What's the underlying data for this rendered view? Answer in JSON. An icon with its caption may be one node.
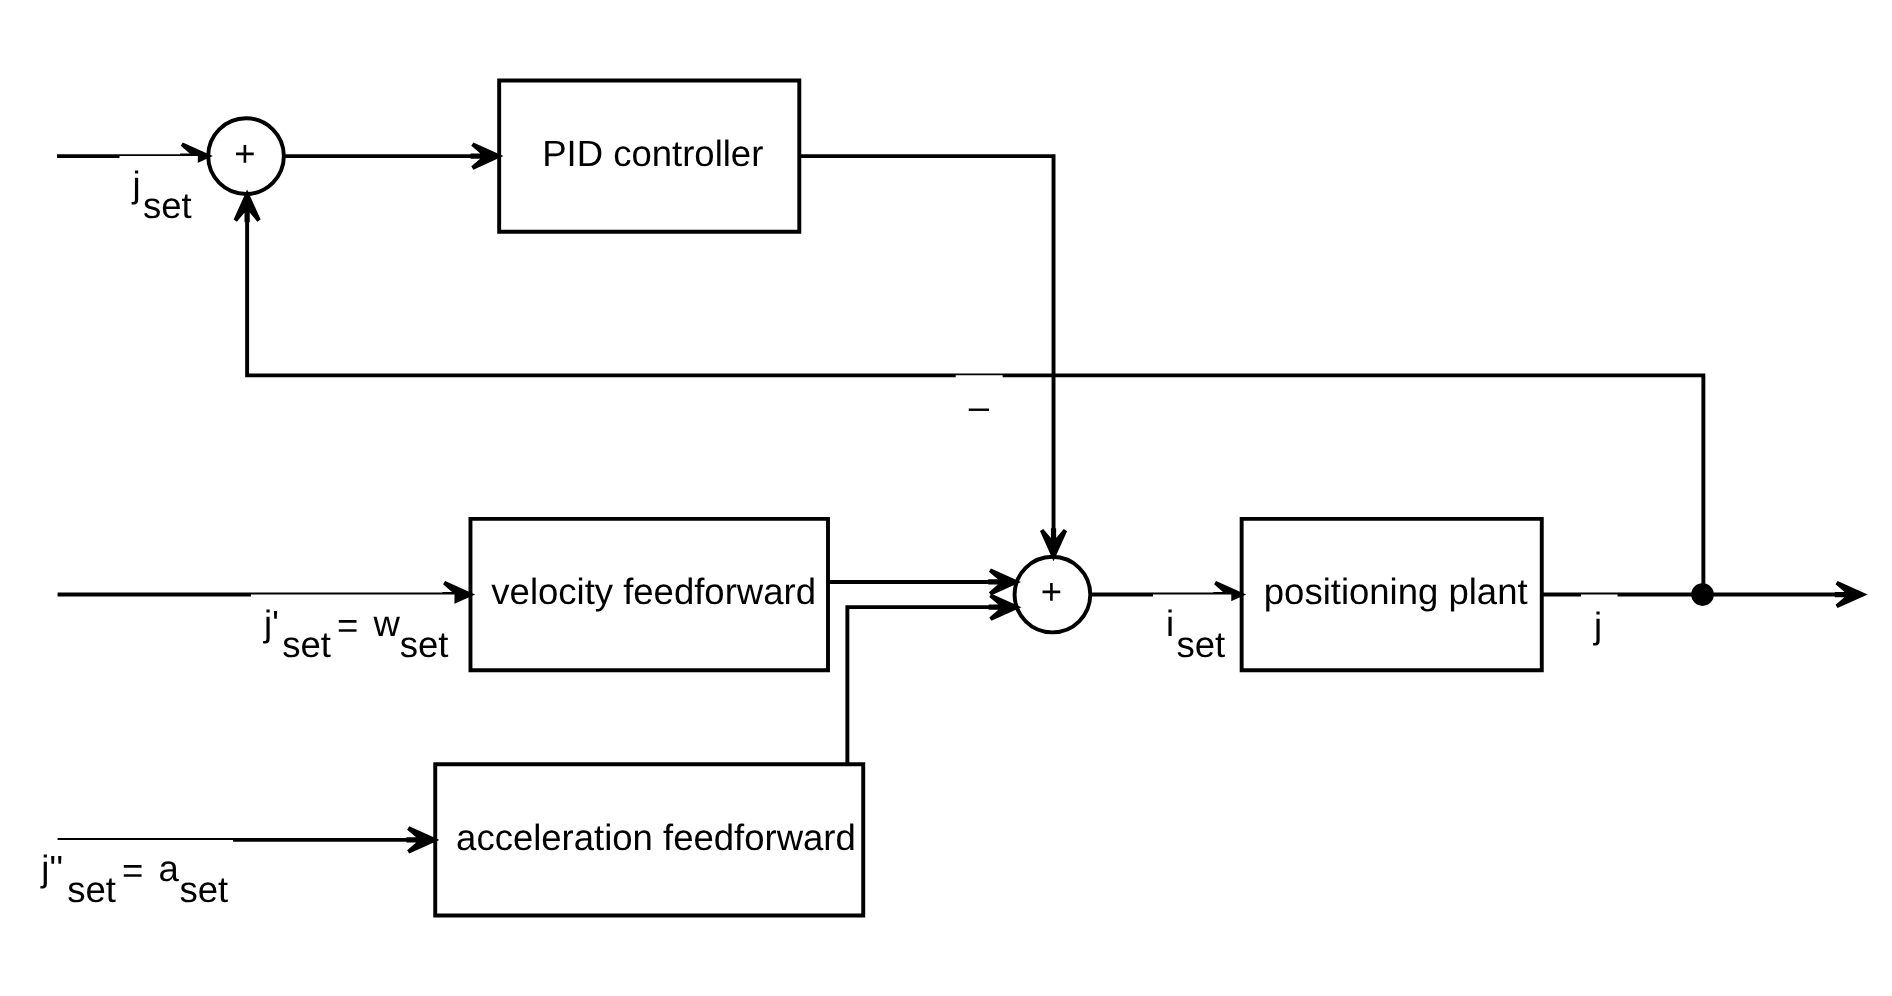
{
  "diagram": {
    "nodes": [
      {
        "text": [
          "acceleration feedforward"
        ]
      },
      {
        "text": [
          "velocity feedforward"
        ]
      },
      {
        "text": [
          "+"
        ]
      },
      {
        "text": [
          "PID controller"
        ]
      },
      {
        "text": [
          "+"
        ]
      },
      {
        "text": [
          "positioning plant"
        ]
      },
      {
        "text": [],
        "shape": "dot"
      }
    ],
    "edges": [
      {
        "from": null,
        "to": 0,
        "arrow": "to",
        "label": "j''$_{set}$ = a$_{set}$"
      },
      {
        "from": null,
        "to": 1,
        "arrow": "to",
        "label": "j'$_{set}$ = w$_{set}$"
      },
      {
        "from": null,
        "to": 2,
        "arrow": "to",
        "label": "j$_{set}$"
      },
      {
        "from": 2,
        "to": 3,
        "arrow": "to"
      },
      {
        "from": 3,
        "to": 4,
        "arrow": "to"
      },
      {
        "from": 0,
        "to": 4,
        "arrow": "to"
      },
      {
        "from": 1,
        "to": 4,
        "arrow": "to"
      },
      {
        "from": 4,
        "to": 5,
        "arrow": "to",
        "label": "i$_{set}$"
      },
      {
        "from": 5,
        "to": 6,
        "arrow": "none",
        "label": "j"
      },
      {
        "from": 6,
        "to": null,
        "arrow": "to"
      },
      {
        "from": 6,
        "to": 2,
        "arrow": "to",
        "label": "–"
      }
    ]
  }
}
